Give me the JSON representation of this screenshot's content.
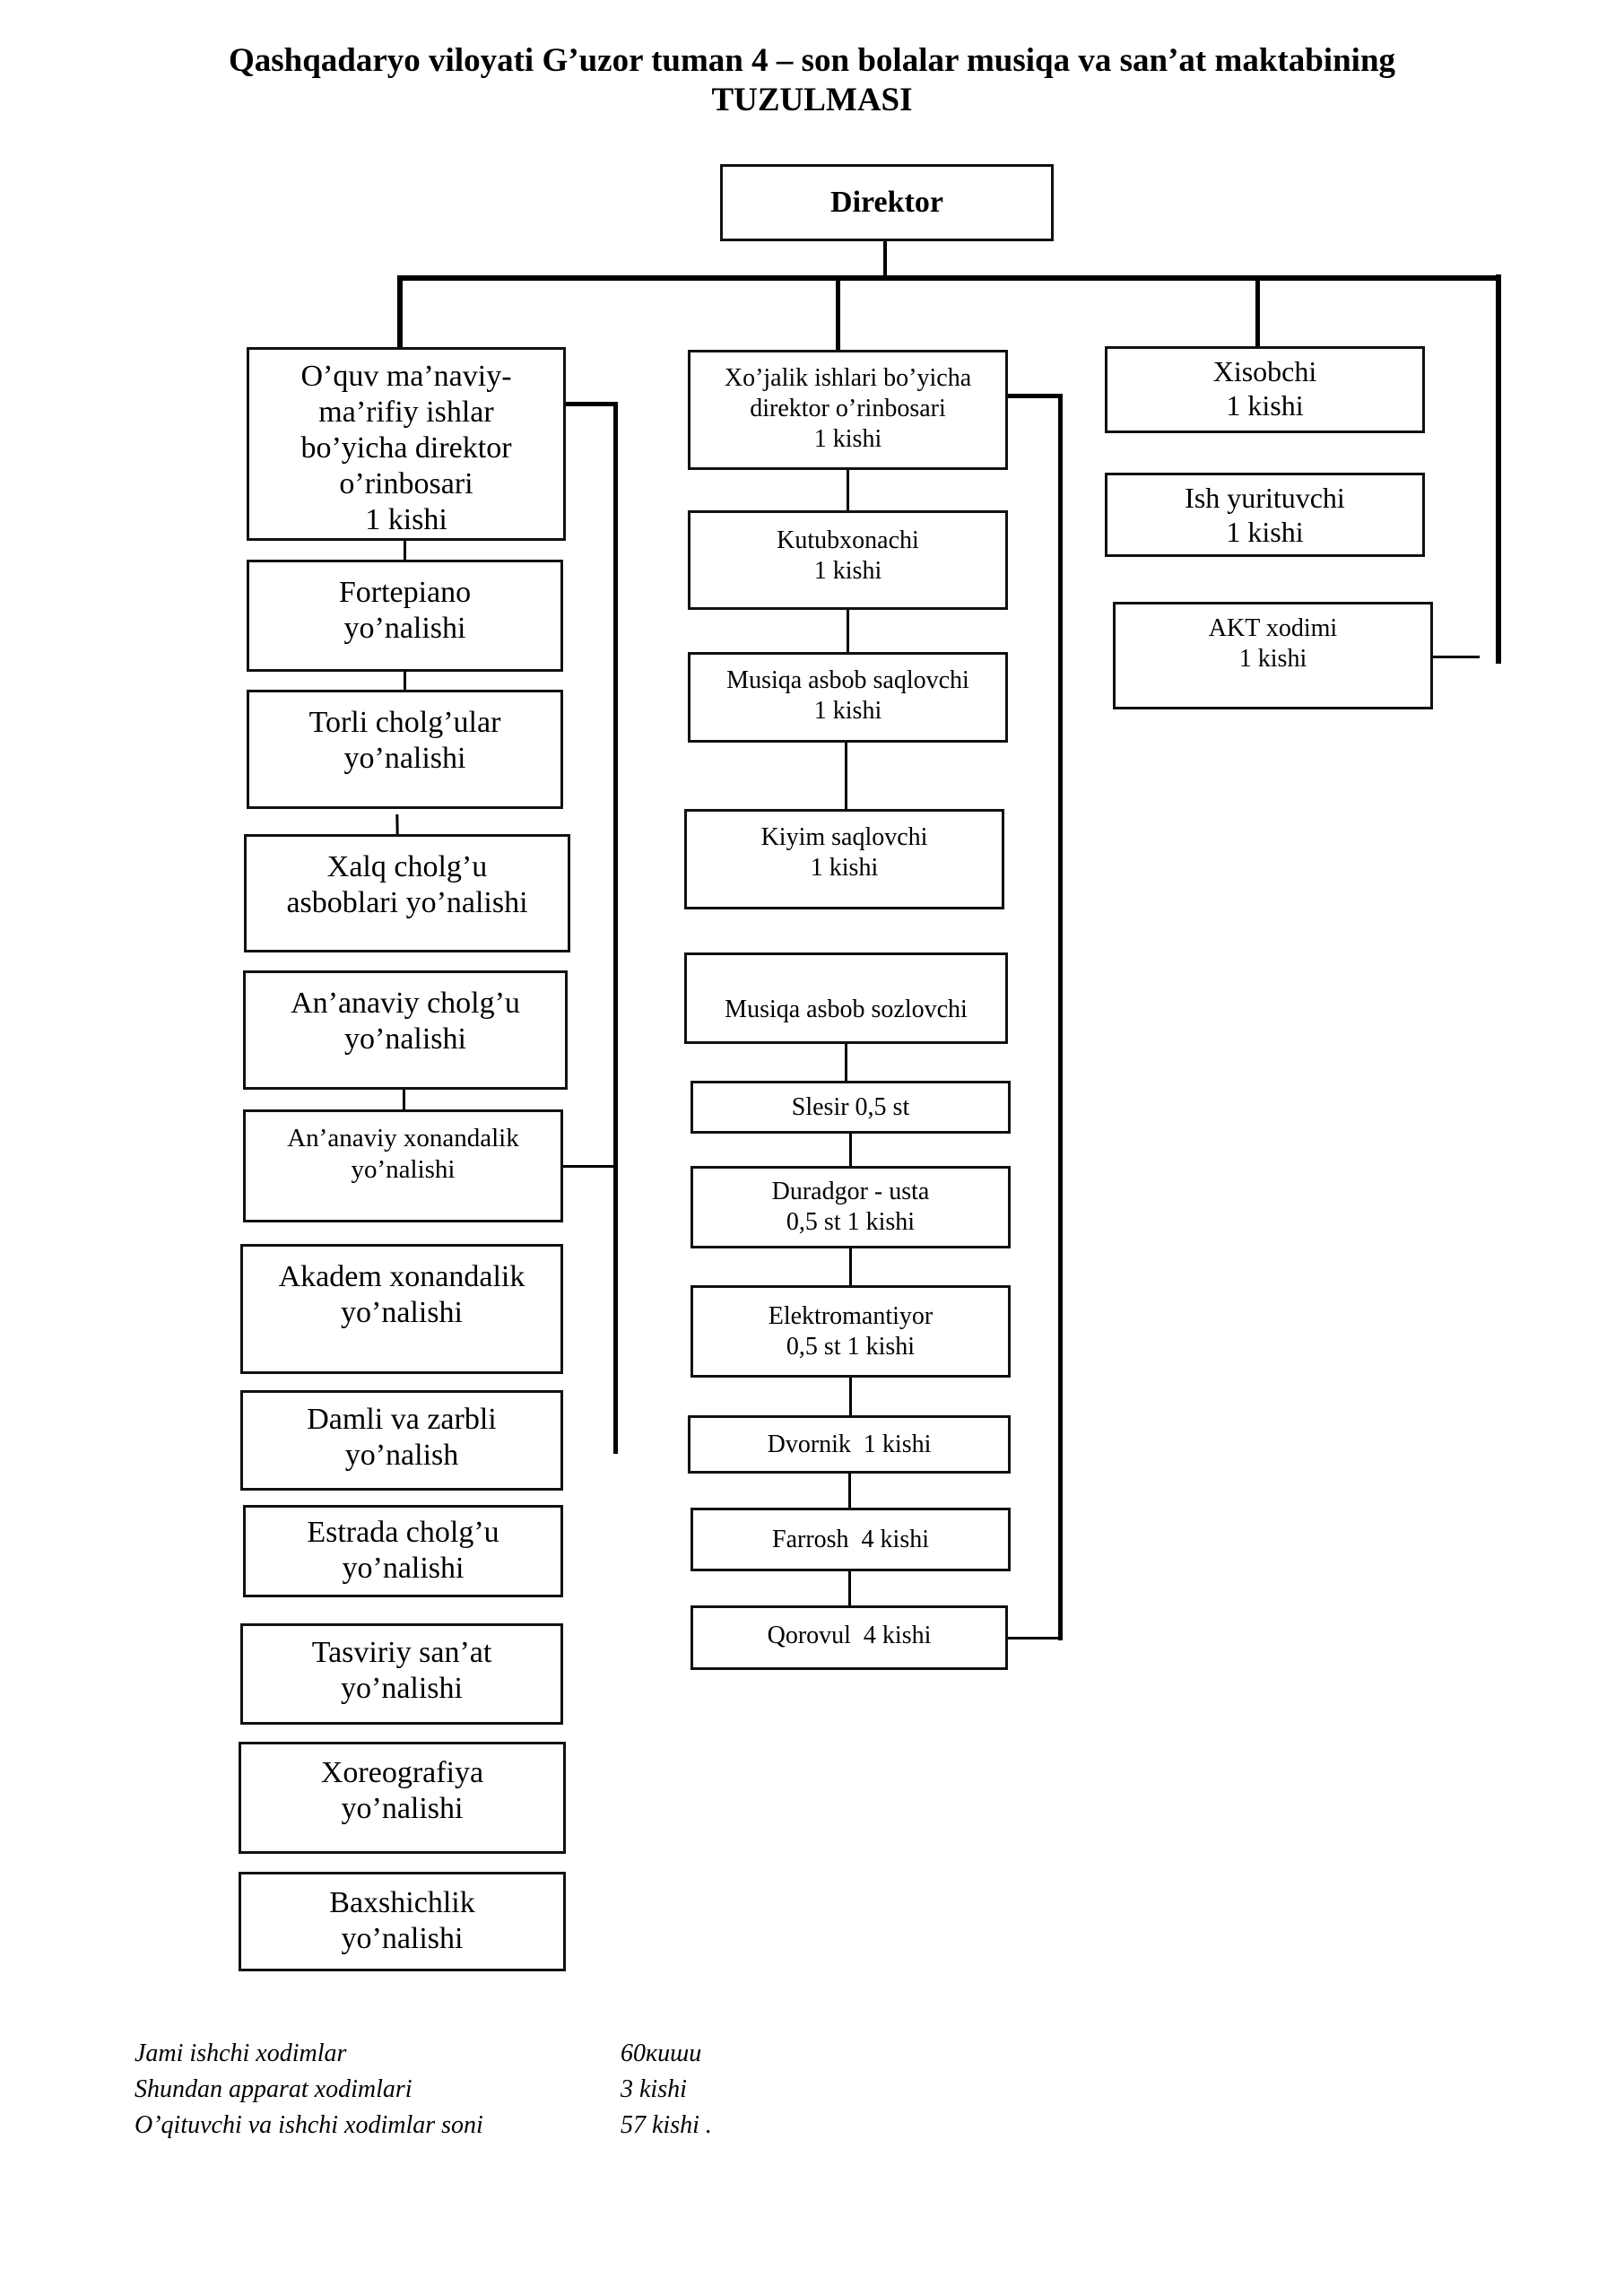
{
  "title": {
    "line1": "Qashqadaryo viloyati G’uzor tuman 4 – son bolalar musiqa va san’at maktabining",
    "line2": "TUZULMASI"
  },
  "director": {
    "label": "Direktor"
  },
  "left_column": {
    "head": {
      "lines": [
        "O’quv ma’naviy-",
        "ma’rifiy ishlar",
        "bo’yicha direktor",
        "o’rinbosari",
        "1 kishi"
      ]
    },
    "items": [
      {
        "lines": [
          "Fortepiano",
          "yo’nalishi"
        ]
      },
      {
        "lines": [
          "Torli cholg’ular",
          "yo’nalishi"
        ]
      },
      {
        "lines": [
          "Xalq cholg’u",
          "asboblari yo’nalishi"
        ]
      },
      {
        "lines": [
          "An’anaviy cholg’u",
          "yo’nalishi"
        ]
      },
      {
        "lines": [
          "An’anaviy xonandalik",
          "yo’nalishi"
        ]
      },
      {
        "lines": [
          "Akadem xonandalik",
          "yo’nalishi"
        ]
      },
      {
        "lines": [
          "Damli va zarbli",
          "yo’nalish"
        ]
      },
      {
        "lines": [
          "Estrada cholg’u",
          "yo’nalishi"
        ]
      },
      {
        "lines": [
          "Tasviriy san’at",
          "yo’nalishi"
        ]
      },
      {
        "lines": [
          "Xoreografiya",
          "yo’nalishi"
        ]
      },
      {
        "lines": [
          "Baxshichlik",
          "yo’nalishi"
        ]
      }
    ]
  },
  "middle_column": {
    "head": {
      "lines": [
        "Xo’jalik ishlari bo’yicha",
        "direktor o’rinbosari",
        "1 kishi"
      ]
    },
    "items": [
      {
        "lines": [
          "Kutubxonachi",
          "1 kishi"
        ]
      },
      {
        "lines": [
          "Musiqa asbob saqlovchi",
          "1 kishi"
        ]
      },
      {
        "lines": [
          "Kiyim saqlovchi",
          "1 kishi"
        ]
      },
      {
        "lines": [
          "Musiqa asbob sozlovchi"
        ]
      },
      {
        "lines": [
          "Slesir 0,5 st"
        ]
      },
      {
        "lines": [
          "Duradgor - usta",
          "0,5 st 1 kishi"
        ]
      },
      {
        "lines": [
          "Elektromantiyor",
          "0,5 st 1 kishi"
        ]
      },
      {
        "lines": [
          "Dvornik  1 kishi"
        ]
      },
      {
        "lines": [
          "Farrosh  4 kishi"
        ]
      },
      {
        "lines": [
          "Qorovul  4 kishi"
        ]
      }
    ]
  },
  "right_column": {
    "items": [
      {
        "lines": [
          "Xisobchi",
          "1 kishi"
        ]
      },
      {
        "lines": [
          "Ish yurituvchi",
          "1 kishi"
        ]
      },
      {
        "lines": [
          "AKT xodimi",
          "1 kishi"
        ]
      }
    ]
  },
  "footer": {
    "rows": [
      {
        "label": "Jami ishchi xodimlar",
        "value": "60киши"
      },
      {
        "label": "Shundan apparat xodimlari",
        "value": "3 kishi"
      },
      {
        "label": "O’qituvchi va ishchi xodimlar soni",
        "value": "57 kishi ."
      }
    ]
  }
}
